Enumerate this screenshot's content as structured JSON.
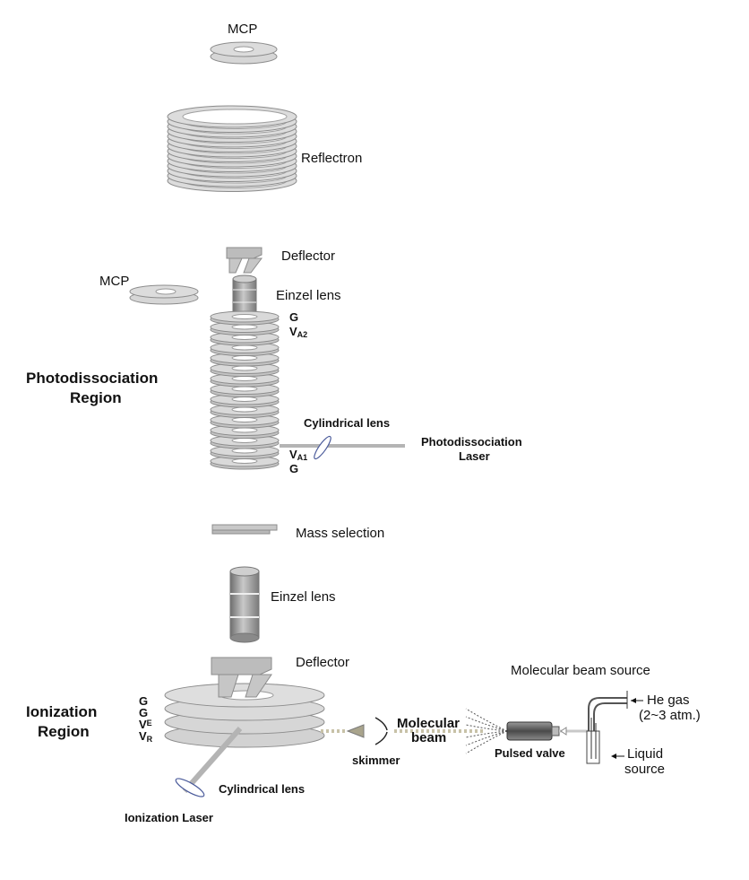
{
  "labels": {
    "mcp_top": "MCP",
    "reflectron": "Reflectron",
    "deflector_top": "Deflector",
    "mcp_side": "MCP",
    "einzel_top": "Einzel lens",
    "photodissociation_region_line1": "Photodissociation",
    "photodissociation_region_line2": "Region",
    "cylindrical_lens_top": "Cylindrical lens",
    "photodissociation_laser_line1": "Photodissociation",
    "photodissociation_laser_line2": "Laser",
    "mass_selection": "Mass selection",
    "einzel_bottom": "Einzel lens",
    "deflector_bottom": "Deflector",
    "molecular_beam_source": "Molecular beam source",
    "ionization_region_line1": "Ionization",
    "ionization_region_line2": "Region",
    "molecular_beam_line1": "Molecular",
    "molecular_beam_line2": "beam",
    "skimmer": "skimmer",
    "pulsed_valve": "Pulsed valve",
    "he_gas_line1": "He gas",
    "he_gas_line2": "(2~3 atm.)",
    "liquid_source_line1": "Liquid",
    "liquid_source_line2": "source",
    "cylindrical_lens_bottom": "Cylindrical lens",
    "ionization_laser": "Ionization Laser"
  },
  "electrodes": {
    "upper_g": "G",
    "upper_v": "V",
    "upper_v_sub": "A2",
    "lower_v": "V",
    "lower_v_sub": "A1",
    "lower_g": "G",
    "ion_g1": "G",
    "ion_g2": "G",
    "ion_ve": "V",
    "ion_ve_sub": "E",
    "ion_vr": "V",
    "ion_vr_sub": "R"
  },
  "colors": {
    "plate_fill": "#d2d2d2",
    "plate_stroke": "#8c8c8c",
    "cylinder_dark": "#7f7f7f",
    "laser_beam": "#b4b4b4",
    "molecular_beam": "#c8c2a8"
  }
}
